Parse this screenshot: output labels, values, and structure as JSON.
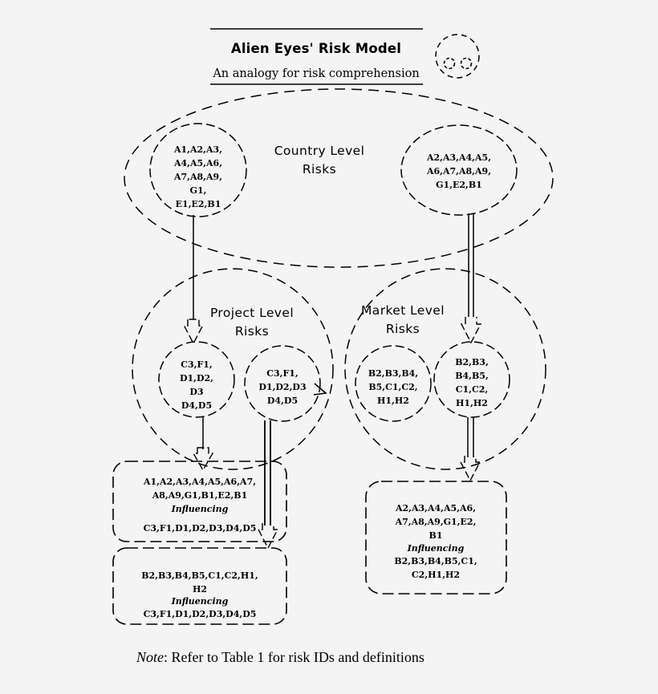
{
  "header": {
    "title": "Alien Eyes' Risk Model",
    "subtitle": "An analogy for risk comprehension",
    "icon": "alien-face-icon"
  },
  "levels": {
    "country": "Country Level\nRisks",
    "country_line1": "Country Level",
    "country_line2": "Risks",
    "project_line1": "Project Level",
    "project_line2": "Risks",
    "market_line1": "Market Level",
    "market_line2": "Risks"
  },
  "country_left_bubble": {
    "lines": [
      "A1,A2,A3,",
      "A4,A5,A6,",
      "A7,A8,A9,",
      "G1,",
      "E1,E2,B1"
    ]
  },
  "country_right_bubble": {
    "lines": [
      "A2,A3,A4,A5,",
      "A6,A7,A8,A9,",
      "G1,E2,B1"
    ]
  },
  "project_left_bubble": {
    "lines": [
      "C3,F1,",
      "D1,D2,",
      "D3",
      "D4,D5"
    ]
  },
  "project_right_bubble": {
    "lines": [
      "C3,F1,",
      "D1,D2,D3",
      "D4,D5"
    ]
  },
  "market_left_bubble": {
    "lines": [
      "B2,B3,B4,",
      "B5,C1,C2,",
      "H1,H2"
    ]
  },
  "market_right_bubble": {
    "lines": [
      "B2,B3,",
      "B4,B5,",
      "C1,C2,",
      "H1,H2"
    ]
  },
  "box_country_project": {
    "source_lines": [
      "A1,A2,A3,A4,A5,A6,A7,",
      "A8,A9,G1,B1,E2,B1"
    ],
    "relation": "Influencing",
    "target_lines": [
      "C3,F1,D1,D2,D3,D4,D5"
    ]
  },
  "box_market_project": {
    "source_lines": [
      "B2,B3,B4,B5,C1,C2,H1,",
      "H2"
    ],
    "relation": "Influencing",
    "target_lines": [
      "C3,F1,D1,D2,D3,D4,D5"
    ]
  },
  "box_country_market": {
    "source_lines": [
      "A2,A3,A4,A5,A6,",
      "A7,A8,A9,G1,E2,",
      "B1"
    ],
    "relation": "Influencing",
    "target_lines": [
      "B2,B3,B4,B5,C1,",
      "C2,H1,H2"
    ]
  },
  "footer": {
    "note_label": "Note",
    "note_text": ": Refer to Table 1 for risk IDs and definitions"
  },
  "colors": {
    "background": "#f4f4f4",
    "stroke": "#000000"
  }
}
